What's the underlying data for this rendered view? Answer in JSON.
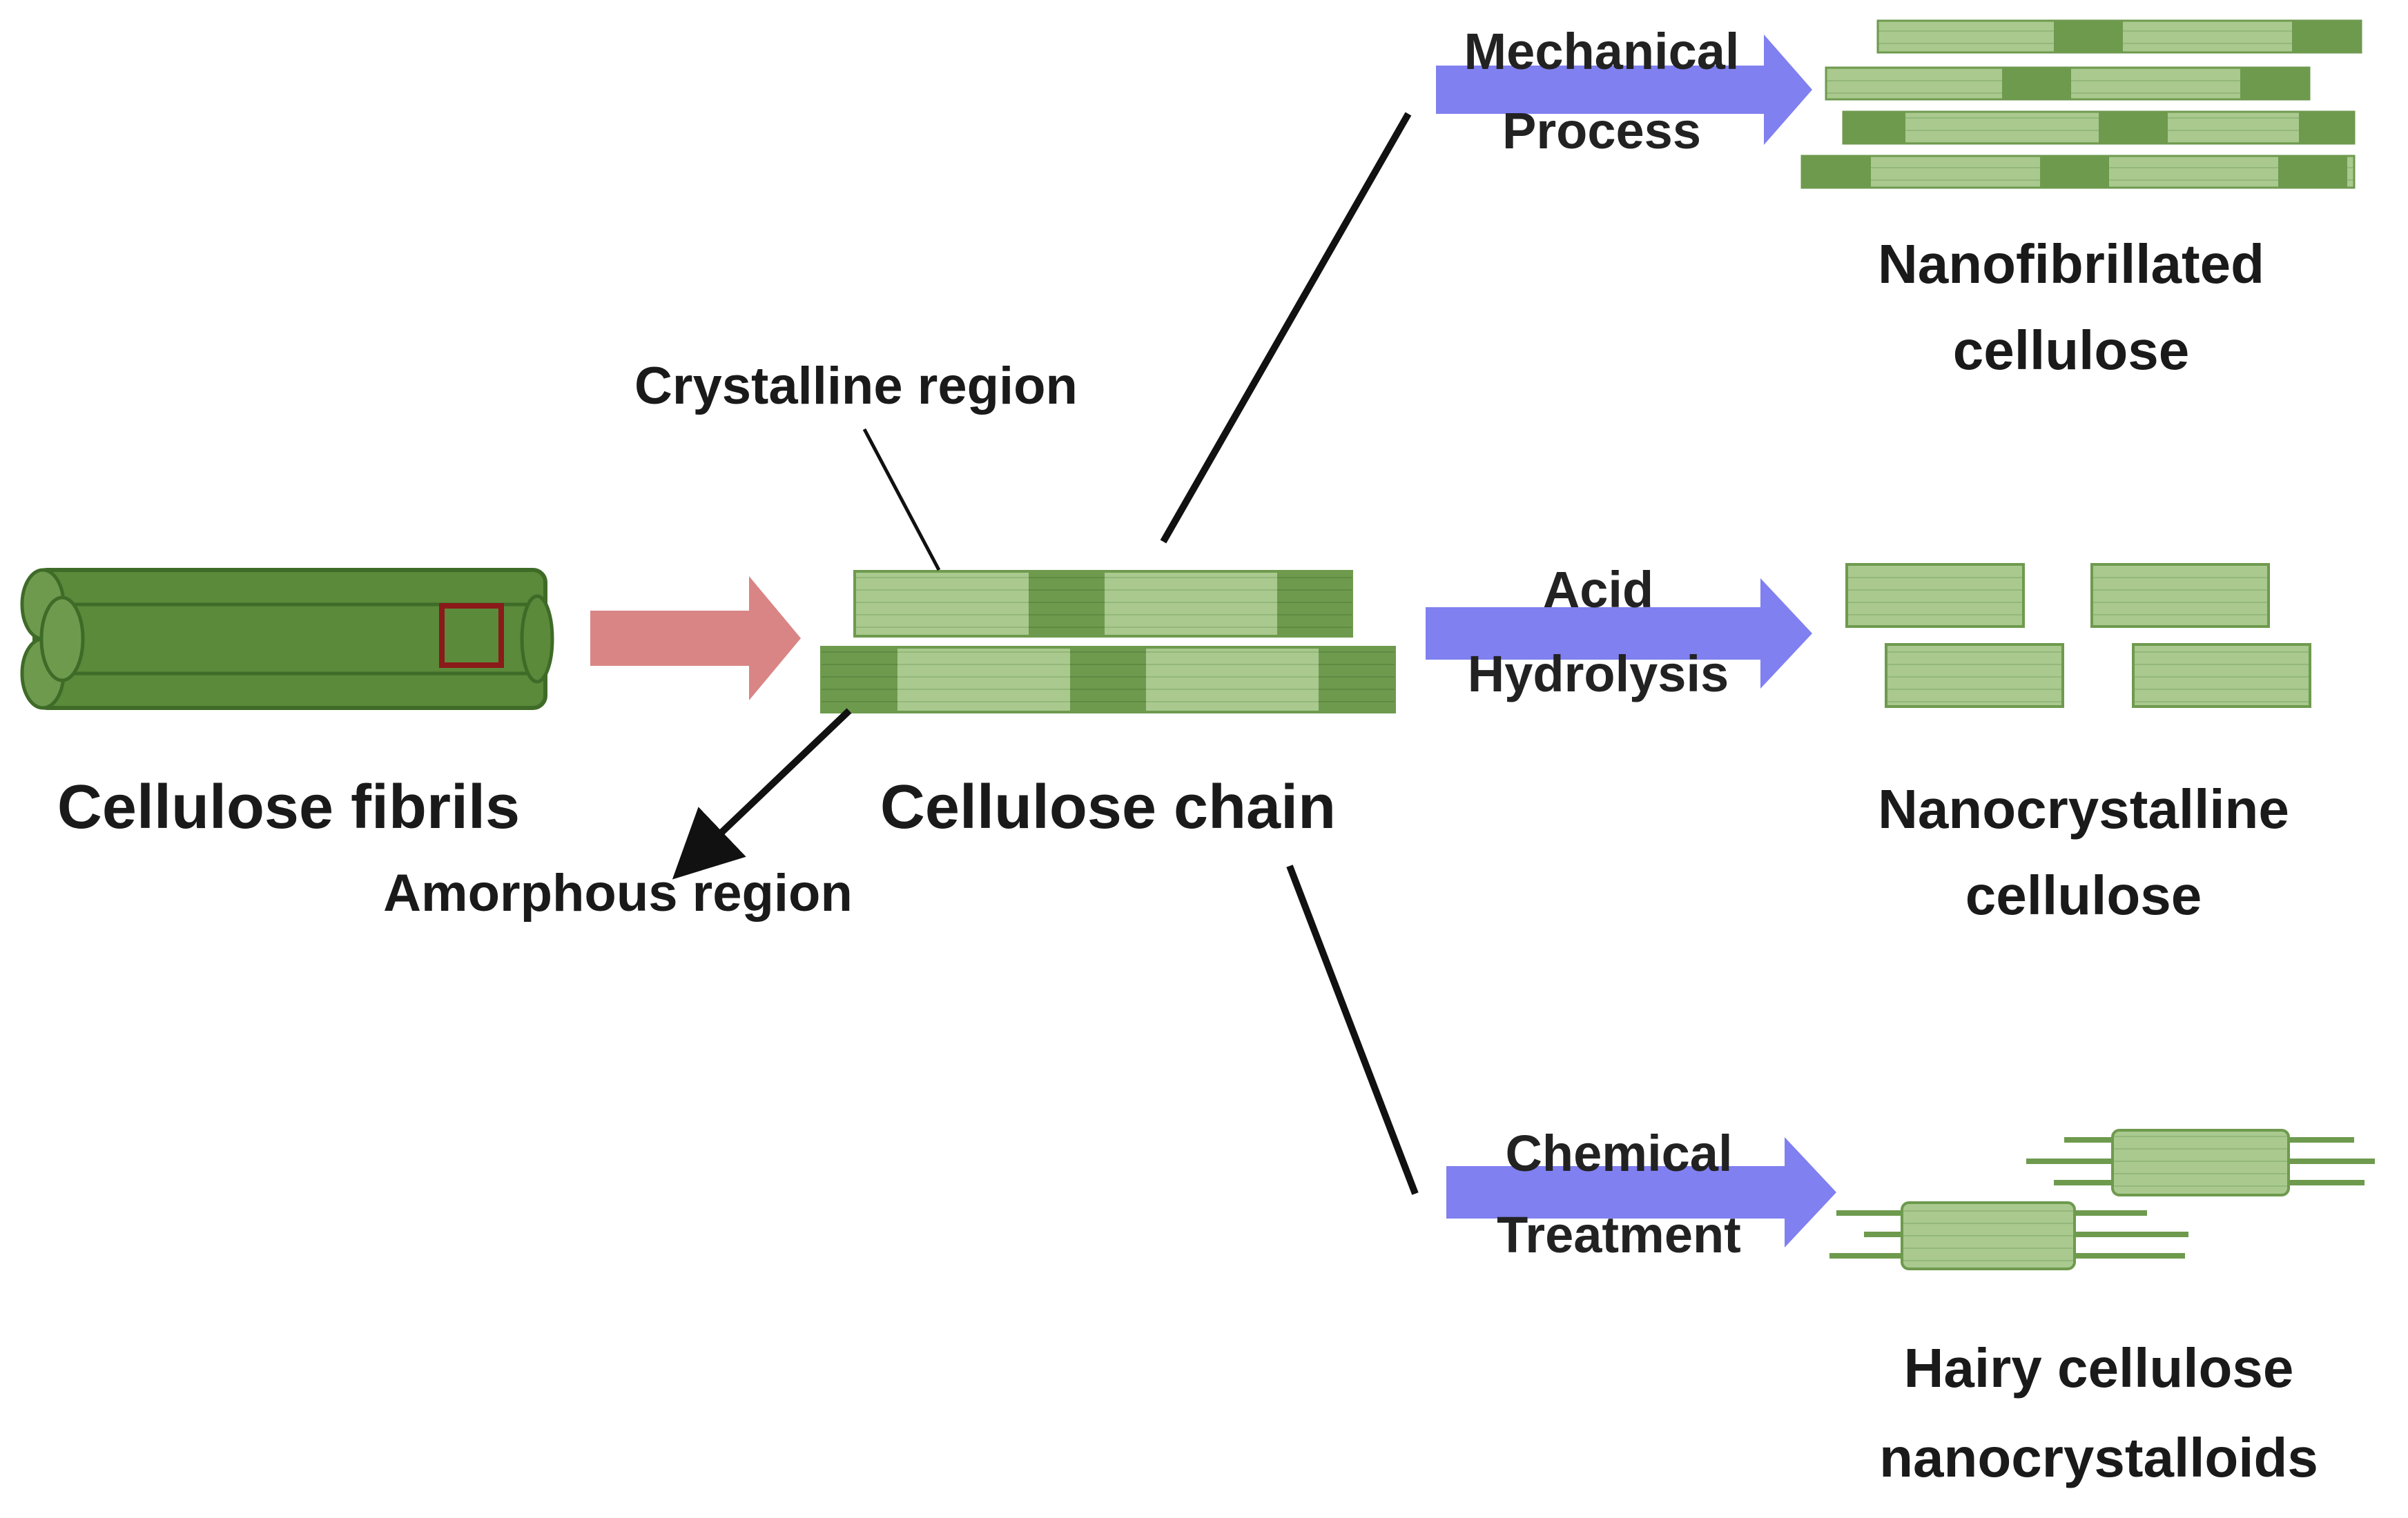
{
  "labels": {
    "cellulose_fibrils": "Cellulose fibrils",
    "cellulose_chain": "Cellulose chain",
    "crystalline_region": "Crystalline region",
    "amorphous_region": "Amorphous region",
    "nanofibrillated_1": "Nanofibrillated",
    "nanofibrillated_2": "cellulose",
    "nanocrystalline_1": "Nanocrystalline",
    "nanocrystalline_2": "cellulose",
    "hairy_1": "Hairy cellulose",
    "hairy_2": "nanocrystalloids"
  },
  "processes": {
    "mechanical_1": "Mechanical",
    "mechanical_2": "Process",
    "acid_1": "Acid",
    "acid_2": "Hydrolysis",
    "chemical_1": "Chemical",
    "chemical_2": "Treatment"
  },
  "colors": {
    "fibril_dark": "#5a8a3a",
    "fibril_outline": "#3f6b28",
    "crystal_light": "#a9c98e",
    "amorphous_dark": "#6e9a4e",
    "highlight_box": "#8b1a1a",
    "main_arrow": "#d98585",
    "process_arrow": "#8080f0",
    "line": "#111111"
  }
}
